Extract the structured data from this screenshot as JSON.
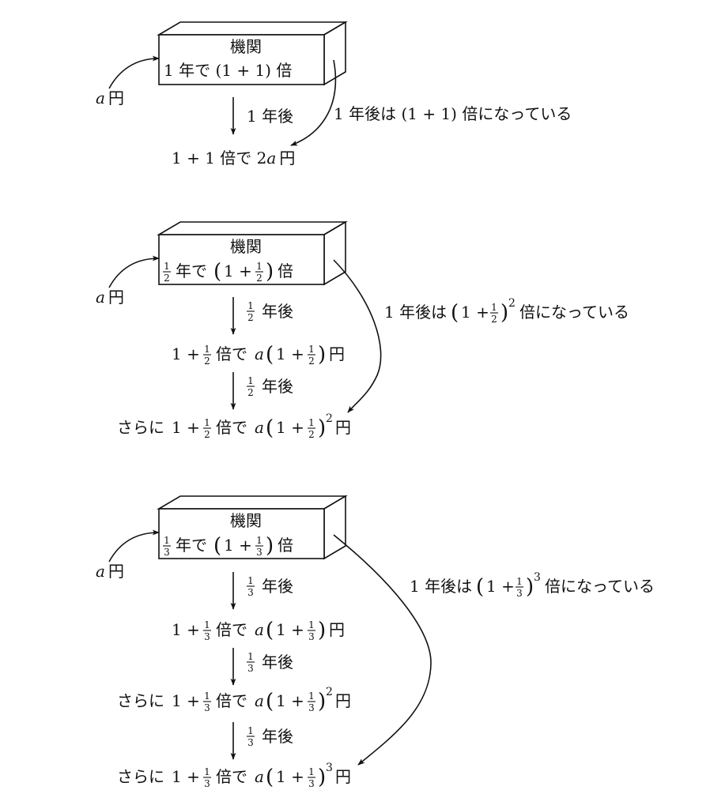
{
  "common": {
    "box_title": "機関",
    "input": "a 円",
    "nen": "年",
    "nen_de": "年で",
    "nen_go": "年後",
    "bai": "倍",
    "bai_de": "倍で",
    "bai_ni_natte_iru": "倍になっている",
    "yen": "円",
    "sarani": "さらに",
    "one_plus": "1 +",
    "a": "a",
    "one": "1",
    "plus": "+"
  },
  "diagrams": [
    {
      "n": "1",
      "box_line": "1 年で (1 + 1) 倍",
      "step_label": "1 年後",
      "result": "1 + 1 倍で 2a 円",
      "total_note": "1 年後は (1 + 1) 倍になっている"
    },
    {
      "n": "2",
      "box_rate": "(1 + 1/2)",
      "total_note": "1 年後は (1 + 1/2)^2 倍になっている",
      "steps": [
        {
          "prefix": "",
          "expr": "a (1 + 1/2)"
        },
        {
          "prefix": "さらに",
          "expr": "a (1 + 1/2)^2",
          "exp": "2"
        }
      ]
    },
    {
      "n": "3",
      "box_rate": "(1 + 1/3)",
      "total_note": "1 年後は (1 + 1/3)^3 倍になっている",
      "steps": [
        {
          "prefix": "",
          "expr": "a (1 + 1/3)"
        },
        {
          "prefix": "さらに",
          "expr": "a (1 + 1/3)^2",
          "exp": "2"
        },
        {
          "prefix": "さらに",
          "expr": "a (1 + 1/3)^3",
          "exp": "3"
        }
      ]
    }
  ]
}
